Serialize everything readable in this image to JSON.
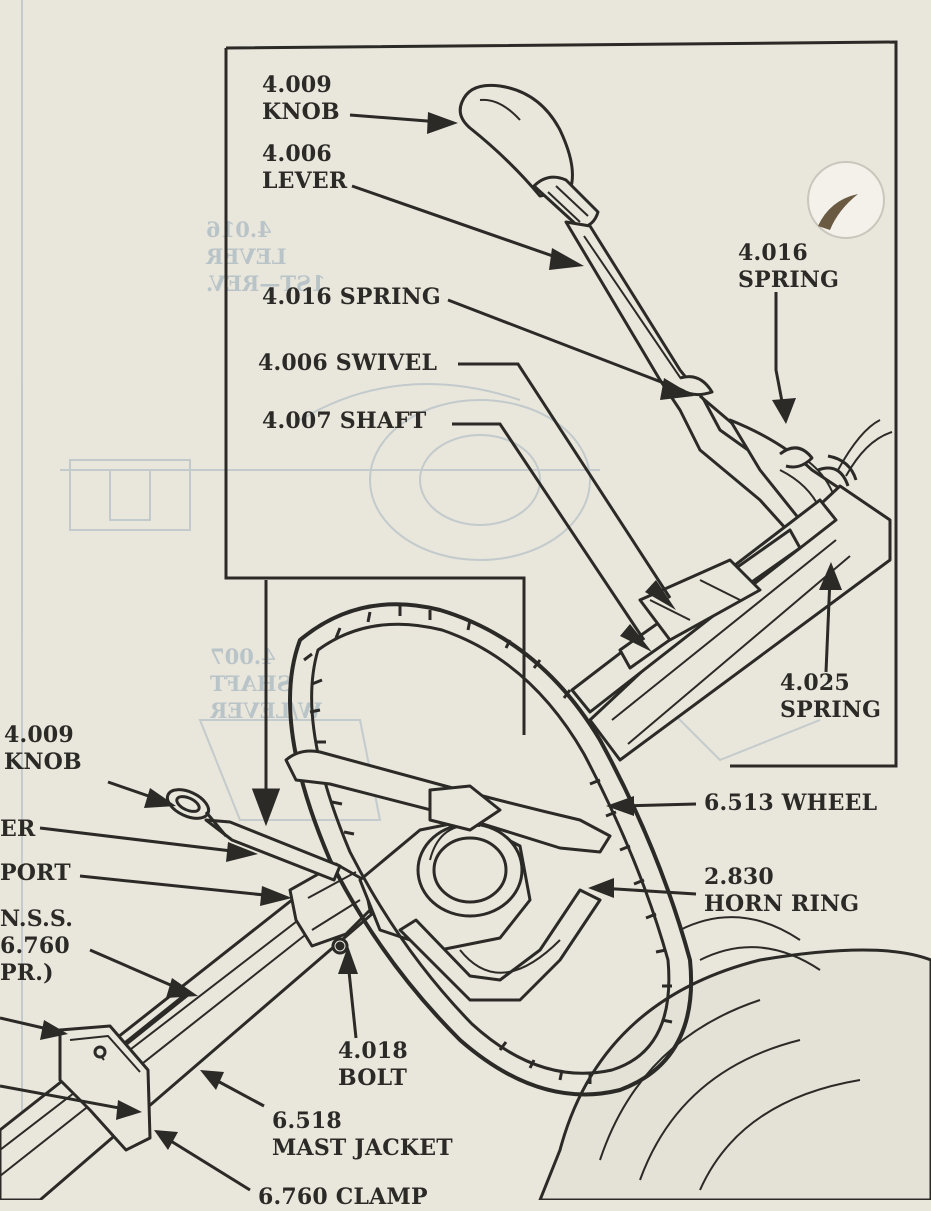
{
  "inset_labels": {
    "knob": {
      "number": "4.009",
      "name": "KNOB"
    },
    "lever": {
      "number": "4.006",
      "name": "LEVER"
    },
    "spring_left": {
      "text": "4.016 SPRING"
    },
    "swivel": {
      "text": "4.006 SWIVEL"
    },
    "shaft": {
      "text": "4.007 SHAFT"
    },
    "spring_right": {
      "number": "4.016",
      "name": "SPRING"
    },
    "spring_bottom": {
      "number": "4.025",
      "name": "SPRING"
    }
  },
  "main_labels": {
    "knob": {
      "number": "4.009",
      "name": "KNOB"
    },
    "lever_partial": "ER",
    "support_partial": "PORT",
    "nss_partial": {
      "line1": "N.S.S.",
      "line2": "6.760",
      "line3": "PR.)"
    },
    "wheel": "6.513 WHEEL",
    "horn_ring": {
      "number": "2.830",
      "name": "HORN RING"
    },
    "bolt": {
      "number": "4.018",
      "name": "BOLT"
    },
    "mast_jacket": {
      "number": "6.518",
      "name": "MAST JACKET"
    },
    "clamp_partial": "6.760 CLAMP"
  },
  "background_ghost": {
    "lever": {
      "line1": "4.016",
      "line2": "LEVER",
      "line3": "1ST—REV."
    },
    "shaft": {
      "line1": "4.007",
      "line2": "SHAFT",
      "line3": "W/LEVER"
    }
  },
  "colors": {
    "ink": "#2b2a26",
    "paper": "#e9e6dc",
    "ghost": "#b9c4c8"
  }
}
